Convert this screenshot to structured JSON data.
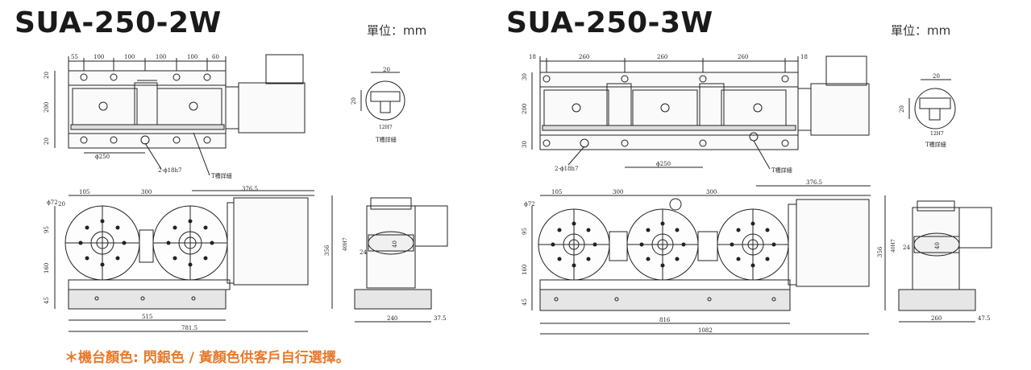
{
  "left": {
    "title": "SUA-250-2W",
    "unit": "單位：mm",
    "top_dims": [
      "55",
      "100",
      "100",
      "100",
      "100",
      "60"
    ],
    "side_dims": [
      "20",
      "200",
      "20"
    ],
    "bore_label": "ϕ250",
    "pin_label": "2-ϕ18h7",
    "t_slot_label": "T槽詳細",
    "detail_dims": [
      "20",
      "20",
      "12H7"
    ],
    "detail_label": "T槽詳細",
    "front_top_dims": [
      "105",
      "300",
      "376.5"
    ],
    "front_side_dims": [
      "ϕ72",
      "20",
      "95",
      "160",
      "45"
    ],
    "front_right_dim": "356",
    "bottom_dims": [
      "515",
      "781.5"
    ],
    "side_view_dims": [
      "40H7",
      "24",
      "40",
      "240",
      "37.5"
    ]
  },
  "right": {
    "title": "SUA-250-3W",
    "unit": "單位：mm",
    "top_dims": [
      "18",
      "260",
      "260",
      "260",
      "18"
    ],
    "side_dims": [
      "30",
      "200",
      "30"
    ],
    "bore_label": "ϕ250",
    "pin_label": "2-ϕ18h7",
    "t_slot_label": "T槽詳細",
    "detail_dims": [
      "20",
      "20",
      "12H7"
    ],
    "detail_label": "T槽詳細",
    "front_top_dims": [
      "105",
      "300",
      "300",
      "376.5"
    ],
    "front_side_dims": [
      "ϕ72",
      "95",
      "160",
      "45"
    ],
    "front_right_dim": "356",
    "bottom_dims": [
      "816",
      "1082"
    ],
    "side_view_dims": [
      "40H7",
      "24",
      "40",
      "260",
      "47.5"
    ]
  },
  "footer": {
    "note": "＊機台顏色: 閃銀色 / 黃顏色供客戶自行選擇。"
  },
  "colors": {
    "note": "#e8792a",
    "line": "#222222",
    "base_fill": "#e6e6e6"
  }
}
